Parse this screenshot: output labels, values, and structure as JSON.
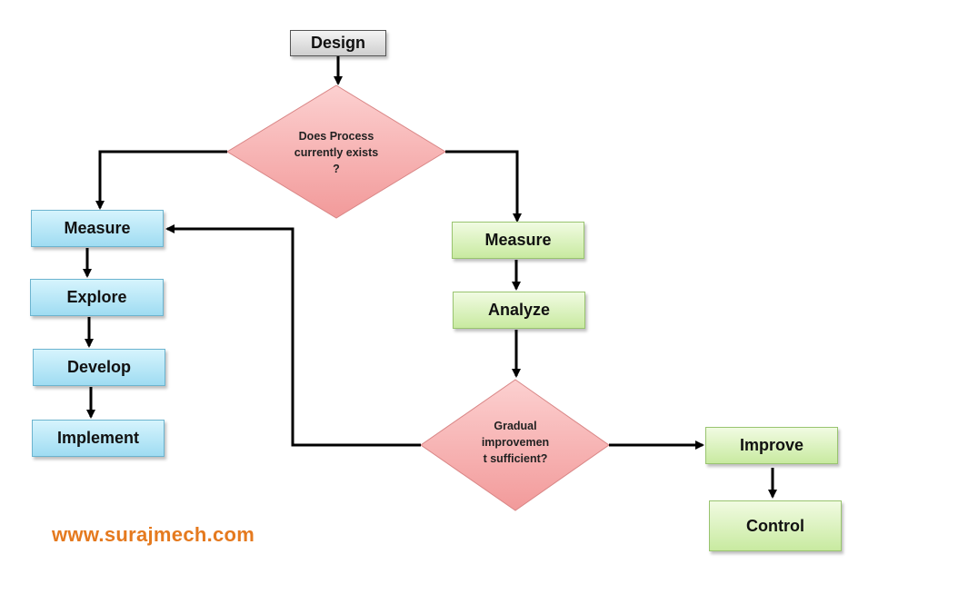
{
  "nodes": {
    "design": "Design",
    "decision_process": [
      "Does Process",
      "currently exists",
      "?"
    ],
    "left_measure": "Measure",
    "explore": "Explore",
    "develop": "Develop",
    "implement": "Implement",
    "right_measure": "Measure",
    "analyze": "Analyze",
    "decision_improvement": [
      "Gradual",
      "improvemen",
      "t sufficient?"
    ],
    "improve": "Improve",
    "control": "Control"
  },
  "watermark": "www.surajmech.com",
  "colors": {
    "diamond_fill": "#f7a8a8",
    "blue_box": "#b7e6f7",
    "green_box": "#d8f0b9",
    "watermark": "#e57a1f"
  }
}
